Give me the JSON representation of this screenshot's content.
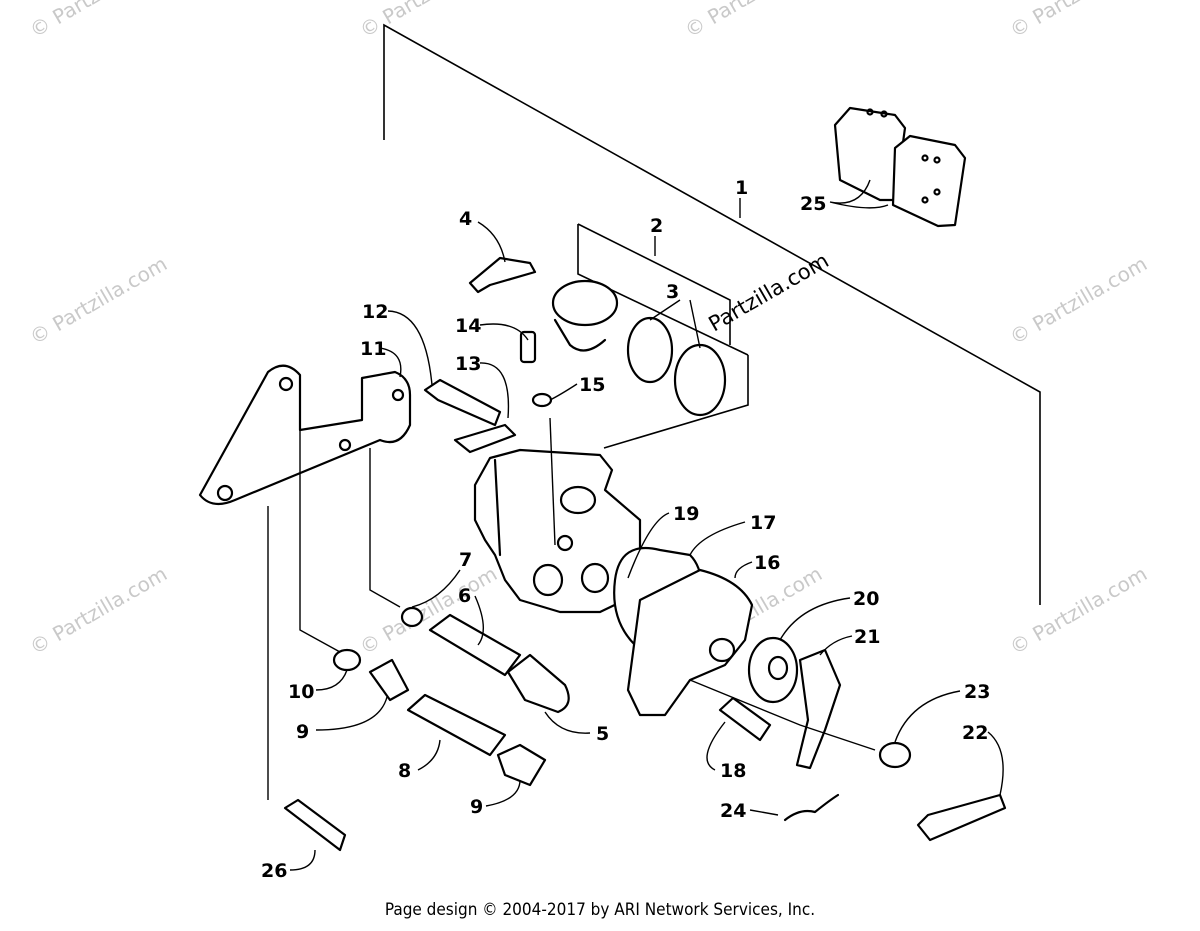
{
  "watermark": "© Partzilla.com",
  "brand_text": "Partzilla.com",
  "footer": "Page design © 2004-2017 by ARI Network Services, Inc.",
  "callouts": {
    "c1": "1",
    "c2": "2",
    "c3": "3",
    "c4": "4",
    "c5": "5",
    "c6": "6",
    "c7": "7",
    "c8": "8",
    "c9a": "9",
    "c9b": "9",
    "c10": "10",
    "c11": "11",
    "c12": "12",
    "c13": "13",
    "c14": "14",
    "c15": "15",
    "c16": "16",
    "c17": "17",
    "c18": "18",
    "c19": "19",
    "c20": "20",
    "c21": "21",
    "c22": "22",
    "c23": "23",
    "c24": "24",
    "c25": "25",
    "c26": "26"
  }
}
